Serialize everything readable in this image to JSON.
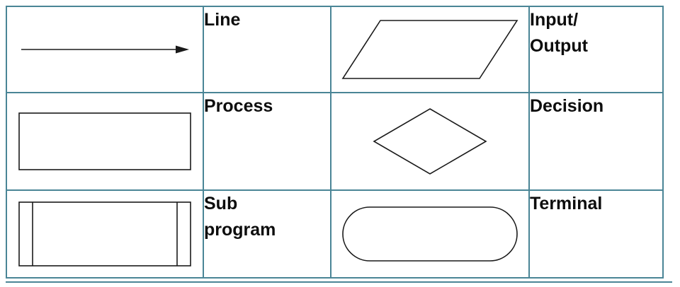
{
  "table": {
    "rows": [
      {
        "symbol_a": "arrow-line",
        "label_a": "Line",
        "symbol_b": "parallelogram",
        "label_b": "Input/\nOutput"
      },
      {
        "symbol_a": "rectangle",
        "label_a": "Process",
        "symbol_b": "diamond",
        "label_b": "Decision"
      },
      {
        "symbol_a": "subprogram-rectangle",
        "label_a": "Sub\nprogram",
        "symbol_b": "stadium",
        "label_b": "Terminal"
      }
    ]
  },
  "colors": {
    "table_border": "#4a8596",
    "shape_stroke": "#1a1a1a",
    "label_text": "#0d0d0d"
  }
}
